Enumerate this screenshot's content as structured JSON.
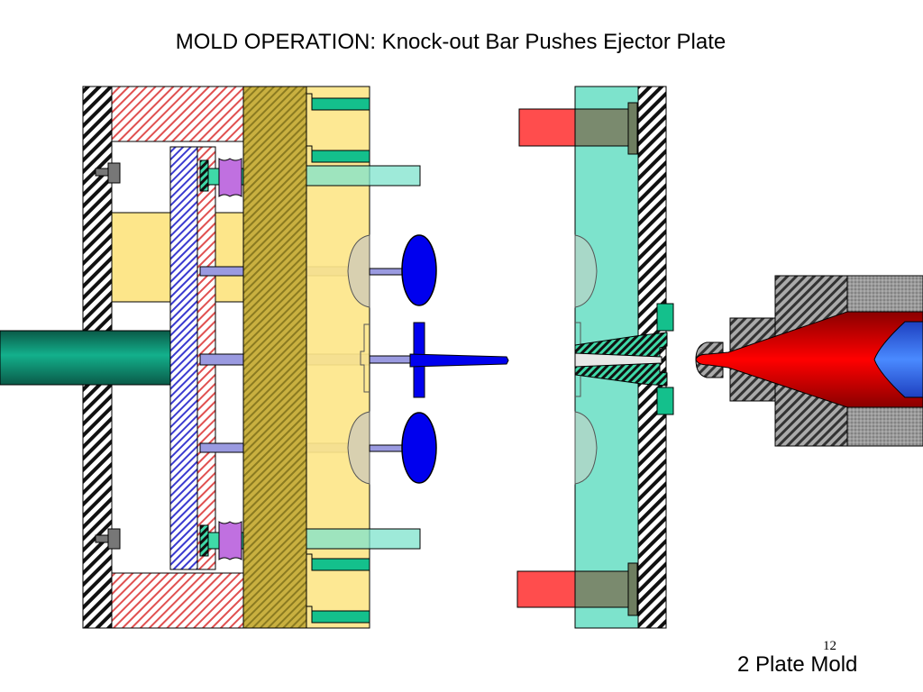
{
  "slide": {
    "title": "MOLD OPERATION: Knock-out Bar Pushes Ejector Plate",
    "page_number": "12",
    "caption": "2 Plate Mold"
  },
  "colors": {
    "clamp_hatch": "#000000",
    "ejector_housing_hatch": "#e05050",
    "ejector_plate_hatch": "#3a3ad0",
    "support_plate": "#c9b040",
    "moving_cavity_plate": "#fde68a",
    "fixed_cavity_plate": "#7de3cc",
    "knockout_bar": "#0f8f73",
    "guide_pin": "#7de3cc",
    "locating_block": "#ff4d4d",
    "part_and_runner": "#0000ee",
    "ejector_pins": "#9a9ae0",
    "spring": "#c070e0",
    "sprue_bushing": "#1a1a1a",
    "nozzle_melt": "#ff0000",
    "screw_tip": "#3366ff",
    "barrel": "#999999"
  }
}
